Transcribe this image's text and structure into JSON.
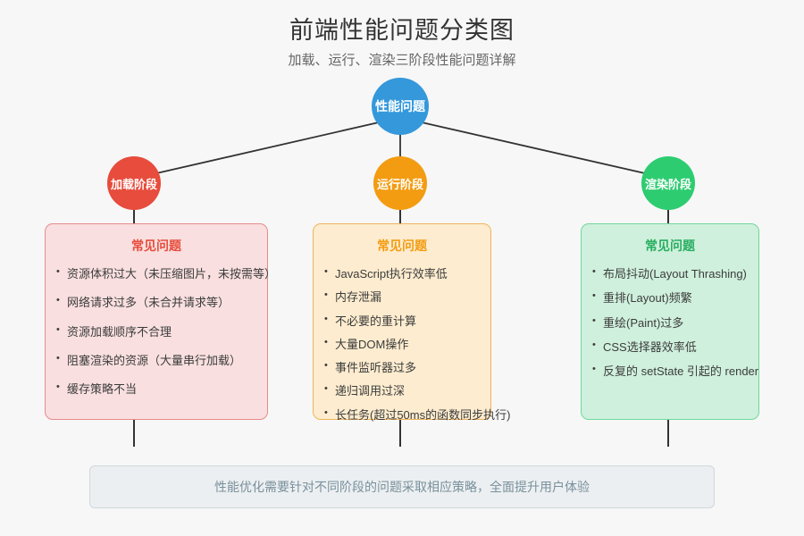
{
  "header": {
    "title": "前端性能问题分类图",
    "subtitle": "加载、运行、渲染三阶段性能问题详解"
  },
  "colors": {
    "background": "#f7f7f7",
    "root_node": "#3498db",
    "load_node": "#e74c3c",
    "run_node": "#f39c12",
    "render_node": "#2ecc71",
    "connector": "#333333",
    "load_card_bg": "#f9dfdf",
    "load_card_border": "#e88b8b",
    "run_card_bg": "#fdeccf",
    "run_card_border": "#f0b55a",
    "render_card_bg": "#cff0dc",
    "render_card_border": "#6fd89b",
    "footer_bg": "#eceff1",
    "footer_border": "#cfd8dc",
    "footer_text": "#78909c"
  },
  "nodes": {
    "root": {
      "label": "性能问题"
    },
    "load": {
      "label": "加载阶段"
    },
    "run": {
      "label": "运行阶段"
    },
    "render": {
      "label": "渲染阶段"
    }
  },
  "cards": {
    "load": {
      "title": "常见问题",
      "items": [
        "资源体积过大（未压缩图片，未按需等）",
        "网络请求过多（未合并请求等）",
        "资源加载顺序不合理",
        "阻塞渲染的资源（大量串行加载）",
        "缓存策略不当"
      ]
    },
    "run": {
      "title": "常见问题",
      "items": [
        "JavaScript执行效率低",
        "内存泄漏",
        "不必要的重计算",
        "大量DOM操作",
        "事件监听器过多",
        "递归调用过深",
        "长任务(超过50ms的函数同步执行)"
      ]
    },
    "render": {
      "title": "常见问题",
      "items": [
        "布局抖动(Layout Thrashing)",
        "重排(Layout)频繁",
        "重绘(Paint)过多",
        "CSS选择器效率低",
        "反复的 setState 引起的 render"
      ]
    }
  },
  "footer": {
    "text": "性能优化需要针对不同阶段的问题采取相应策略，全面提升用户体验"
  }
}
